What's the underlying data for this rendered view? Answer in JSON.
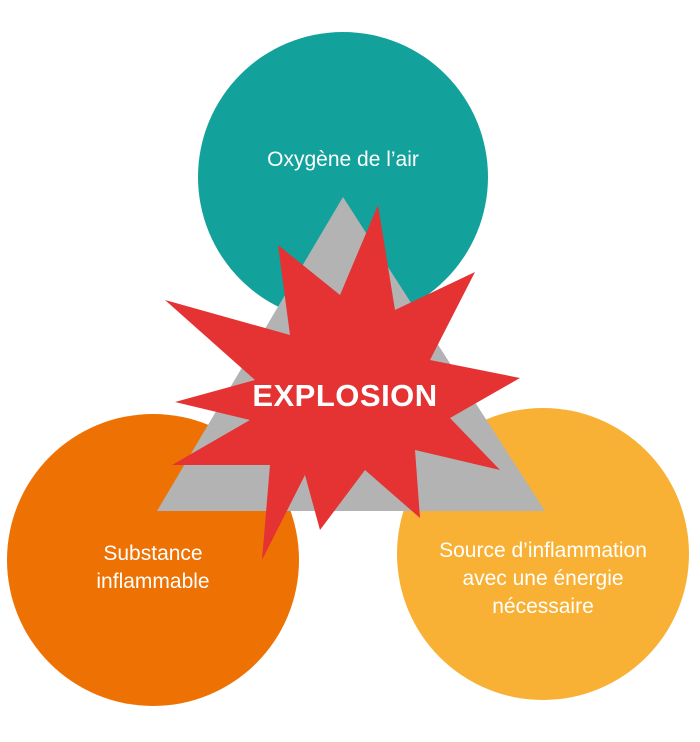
{
  "diagram": {
    "center": {
      "label": "EXPLOSION",
      "color": "#e53232"
    },
    "triangle": {
      "color": "#b3b3b3"
    },
    "nodes": {
      "top": {
        "lines": [
          "Oxygène de l’air"
        ],
        "color": "#13a19b"
      },
      "left": {
        "lines": [
          "Substance",
          "inflammable"
        ],
        "color": "#ee7203"
      },
      "right": {
        "lines": [
          "Source d’inflammation",
          "avec une énergie",
          "nécessaire"
        ],
        "color": "#f8b134"
      }
    }
  }
}
